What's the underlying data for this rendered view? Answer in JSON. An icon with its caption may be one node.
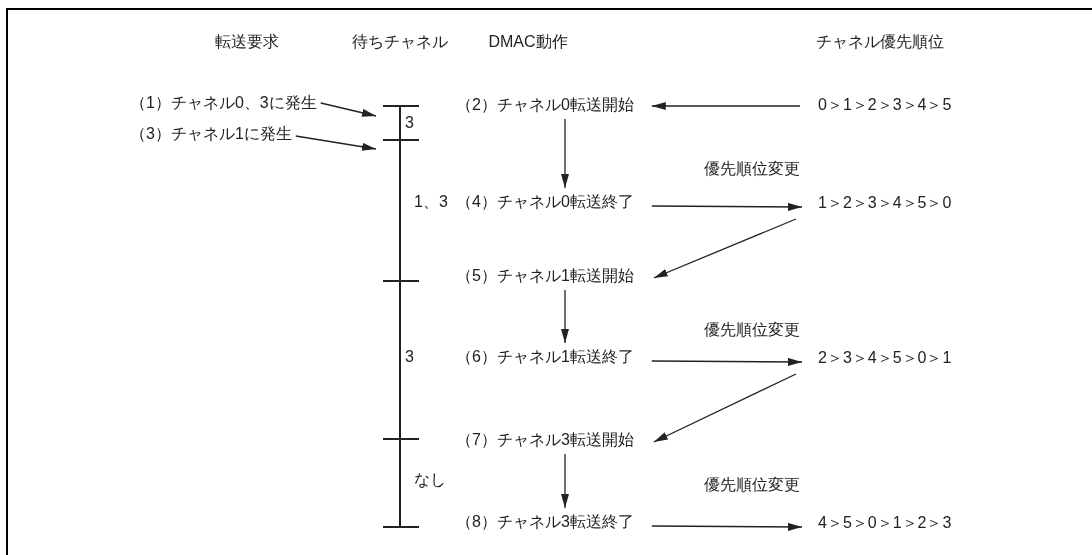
{
  "diagram": {
    "nodes": [
      {
        "text": [
          "（1）チャネル0、3に発生"
        ]
      },
      {
        "text": [
          "（3）チャネル1に発生"
        ]
      },
      {
        "text": [
          "（2）チャネル0転送開始"
        ]
      },
      {
        "text": [
          "（4）チャネル0転送終了"
        ]
      },
      {
        "text": [
          "（5）チャネル1転送開始"
        ]
      },
      {
        "text": [
          "（6）チャネル1転送終了"
        ]
      },
      {
        "text": [
          "（7）チャネル3転送開始"
        ]
      },
      {
        "text": [
          "（8）チャネル3転送終了"
        ]
      },
      {
        "text": [
          "0＞1＞2＞3＞4＞5"
        ]
      },
      {
        "text": [
          "1＞2＞3＞4＞5＞0"
        ]
      },
      {
        "text": [
          "2＞3＞4＞5＞0＞1"
        ]
      },
      {
        "text": [
          "4＞5＞0＞1＞2＞3"
        ]
      }
    ],
    "edges": [
      {
        "from": 0,
        "to": null,
        "arrow": "to"
      },
      {
        "from": 1,
        "to": null,
        "arrow": "to"
      },
      {
        "from": 8,
        "to": 2,
        "arrow": "to"
      },
      {
        "from": 2,
        "to": 3,
        "arrow": "to"
      },
      {
        "from": 3,
        "to": 9,
        "arrow": "to",
        "label": "優先順位変更"
      },
      {
        "from": 9,
        "to": 4,
        "arrow": "to"
      },
      {
        "from": 4,
        "to": 5,
        "arrow": "to"
      },
      {
        "from": 5,
        "to": 10,
        "arrow": "to",
        "label": "優先順位変更"
      },
      {
        "from": 10,
        "to": 6,
        "arrow": "to"
      },
      {
        "from": 6,
        "to": 7,
        "arrow": "to"
      },
      {
        "from": 7,
        "to": 11,
        "arrow": "to",
        "label": "優先順位変更"
      }
    ],
    "labels": [
      "転送要求",
      "待ちチャネル",
      "DMAC動作",
      "チャネル優先順位",
      "3",
      "1、3",
      "3",
      "なし"
    ]
  }
}
